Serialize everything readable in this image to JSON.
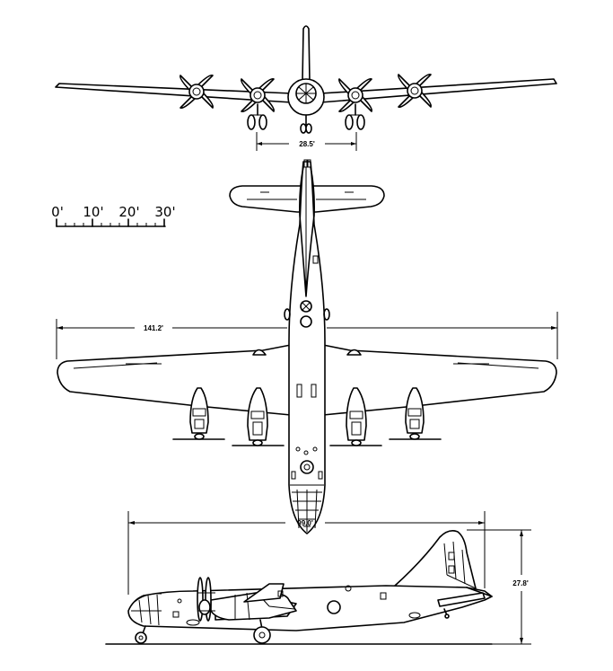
{
  "scale": {
    "ticks": [
      "0'",
      "10'",
      "20'",
      "30'"
    ]
  },
  "dimensions": {
    "tread": "28.5'",
    "wingspan": "141.2'",
    "length": "99.0'",
    "height": "27.8'"
  }
}
